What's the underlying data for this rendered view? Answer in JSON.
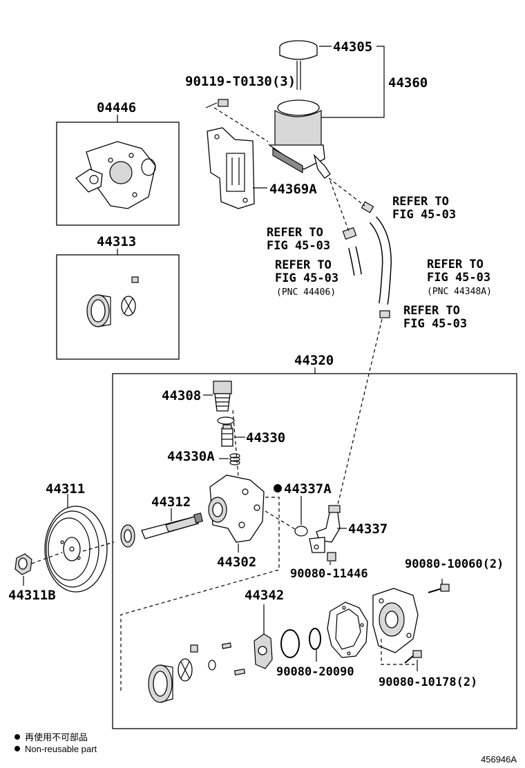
{
  "labels": {
    "p44305": "44305",
    "p44360": "44360",
    "p90119": "90119-T0130(3)",
    "p04446": "04446",
    "p44369A": "44369A",
    "p44313": "44313",
    "ref_title": "REFER TO",
    "ref_fig": "FIG 45-03",
    "pnc_44406": "(PNC 44406)",
    "pnc_44348A": "(PNC 44348A)",
    "p44320": "44320",
    "p44308": "44308",
    "p44330": "44330",
    "p44330A": "44330A",
    "p44337A": "44337A",
    "p44311": "44311",
    "p44312": "44312",
    "p44337": "44337",
    "p44302": "44302",
    "p44311B": "44311B",
    "p90080_11446": "90080-11446",
    "p90080_10060": "90080-10060(2)",
    "p44342": "44342",
    "p90080_20090": "90080-20090",
    "p90080_10178": "90080-10178(2)",
    "illustration_no": "456946A"
  },
  "legend": {
    "chinese": "再使用不可部品",
    "english": "Non-reusable part"
  },
  "icons": {
    "bullet": "filled-circle"
  }
}
